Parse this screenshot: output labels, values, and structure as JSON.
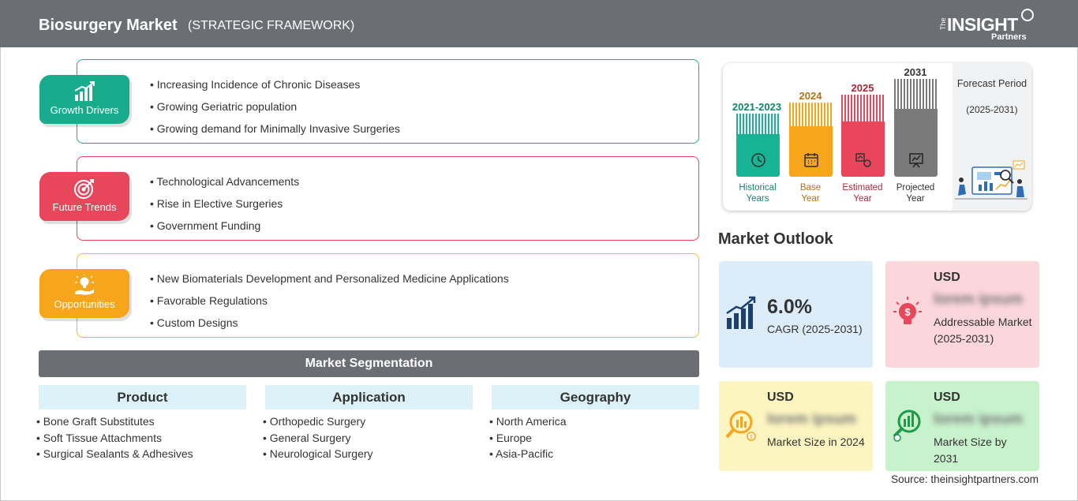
{
  "header": {
    "title": "Biosurgery Market",
    "subtitle": "(STRATEGIC FRAMEWORK)"
  },
  "logo": {
    "the": "The",
    "insight": "INSIGHT",
    "partners": "Partners"
  },
  "framework": [
    {
      "label": "Growth Drivers",
      "color": "#18ac8c",
      "icon": "growth-chart-icon",
      "items": [
        "Increasing Incidence of Chronic Diseases",
        "Growing Geriatric population",
        "Growing demand for Minimally Invasive Surgeries"
      ]
    },
    {
      "label": "Future Trends",
      "color": "#e8465b",
      "icon": "target-icon",
      "items": [
        "Technological Advancements",
        "Rise in Elective Surgeries",
        "Government Funding"
      ]
    },
    {
      "label": "Opportunities",
      "color": "#f7a51b",
      "icon": "lightbulb-hand-icon",
      "items": [
        "New Biomaterials Development and Personalized Medicine Applications",
        "Favorable Regulations",
        "Custom Designs"
      ]
    }
  ],
  "segmentation": {
    "title": "Market Segmentation",
    "columns": [
      {
        "title": "Product",
        "items": [
          "Bone Graft Substitutes",
          "Soft Tissue Attachments",
          "Surgical Sealants & Adhesives"
        ]
      },
      {
        "title": "Application",
        "items": [
          "Orthopedic Surgery",
          "General Surgery",
          "Neurological Surgery"
        ]
      },
      {
        "title": "Geography",
        "items": [
          "North America",
          "Europe",
          "Asia-Pacific"
        ]
      }
    ]
  },
  "timeline": {
    "bars": [
      {
        "year": "2021-2023",
        "caption": [
          "Historical",
          "Years"
        ],
        "color": "#16b394",
        "text_color": "#10876e",
        "icon": "history-clock-icon"
      },
      {
        "year": "2024",
        "caption": [
          "Base",
          "Year"
        ],
        "color": "#f7a51b",
        "text_color": "#b8720c",
        "icon": "calendar-icon"
      },
      {
        "year": "2025",
        "caption": [
          "Estimated",
          "Year"
        ],
        "color": "#e8465b",
        "text_color": "#b0243a",
        "icon": "estimate-gear-icon"
      },
      {
        "year": "2031",
        "caption": [
          "Projected",
          "Year"
        ],
        "color": "#7a7a7a",
        "text_color": "#333333",
        "icon": "projection-board-icon"
      }
    ],
    "forecast_title": "Forecast Period",
    "forecast_range": "(2025-2031)"
  },
  "outlook": {
    "title": "Market Outlook",
    "cagr": {
      "value": "6.0%",
      "label": "CAGR (2025-2031)",
      "bg": "#dcedf9",
      "icon": "growth-bars-icon"
    },
    "addressable": {
      "currency": "USD",
      "value": "lorem ipsum",
      "label": "Addressable Market (2025-2031)",
      "bg": "#fbd6db",
      "icon": "money-bulb-icon"
    },
    "size_2024": {
      "currency": "USD",
      "value": "lorem ipsum",
      "label": "Market Size in 2024",
      "bg": "#fdf5c1",
      "icon": "magnifier-coins-icon"
    },
    "size_2031": {
      "currency": "USD",
      "value": "lorem ipsum",
      "label": "Market Size by 2031",
      "bg": "#c8f2cc",
      "icon": "magnifier-chart-icon"
    }
  },
  "source": "Source: theinsightpartners.com"
}
